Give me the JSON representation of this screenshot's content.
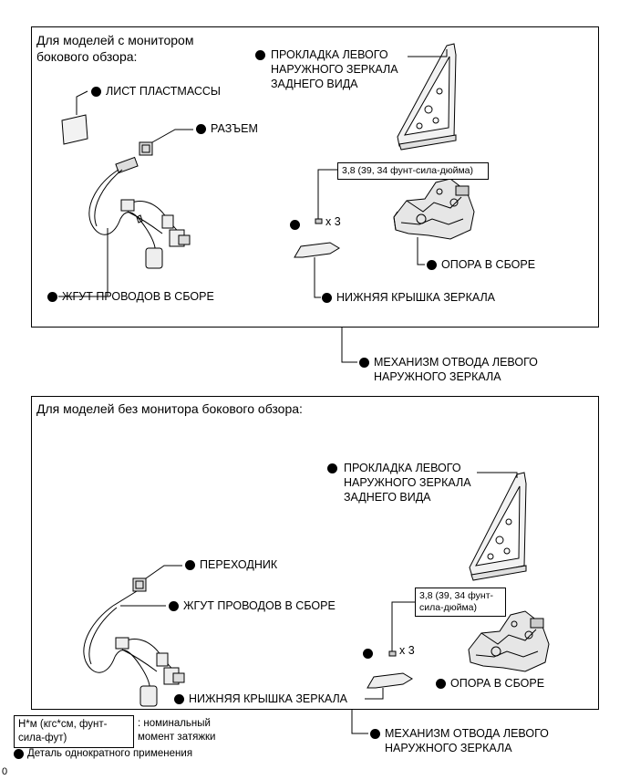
{
  "panel_with_monitor": {
    "header": [
      "Для моделей с монитором",
      "бокового обзора:"
    ],
    "gasket": [
      "ПРОКЛАДКА ЛЕВОГО",
      "НАРУЖНОГО ЗЕРКАЛА",
      "ЗАДНЕГО ВИДА"
    ],
    "plastic_sheet": "ЛИСТ ПЛАСТМАССЫ",
    "connector": "РАЗЪЕМ",
    "torque": "3,8 (39, 34 фунт-сила-дюйма)",
    "qty": "x 3",
    "support": "ОПОРА В СБОРЕ",
    "harness": "ЖГУТ ПРОВОДОВ В СБОРЕ",
    "lower_cover": "НИЖНЯЯ КРЫШКА ЗЕРКАЛА"
  },
  "retract_mechanism_1": [
    "МЕХАНИЗМ ОТВОДА ЛЕВОГО",
    "НАРУЖНОГО ЗЕРКАЛА"
  ],
  "panel_without_monitor": {
    "header": "Для моделей без монитора бокового обзора:",
    "gasket": [
      "ПРОКЛАДКА ЛЕВОГО",
      "НАРУЖНОГО ЗЕРКАЛА",
      "ЗАДНЕГО ВИДА"
    ],
    "adapter": "ПЕРЕХОДНИК",
    "harness": "ЖГУТ ПРОВОДОВ В СБОРЕ",
    "torque": [
      "3,8 (39, 34 фунт-",
      "сила-дюйма)"
    ],
    "qty": "x 3",
    "support": "ОПОРА В СБОРЕ",
    "lower_cover": "НИЖНЯЯ КРЫШКА ЗЕРКАЛА"
  },
  "retract_mechanism_2": [
    "МЕХАНИЗМ ОТВОДА ЛЕВОГО",
    "НАРУЖНОГО ЗЕРКАЛА"
  ],
  "legend": {
    "torque_box": [
      "Н*м (кгс*см, фунт-",
      "сила-фут)"
    ],
    "torque_desc": [
      ": номинальный",
      "момент затяжки"
    ],
    "one_time": "Деталь однократного применения"
  },
  "page_number": "0"
}
